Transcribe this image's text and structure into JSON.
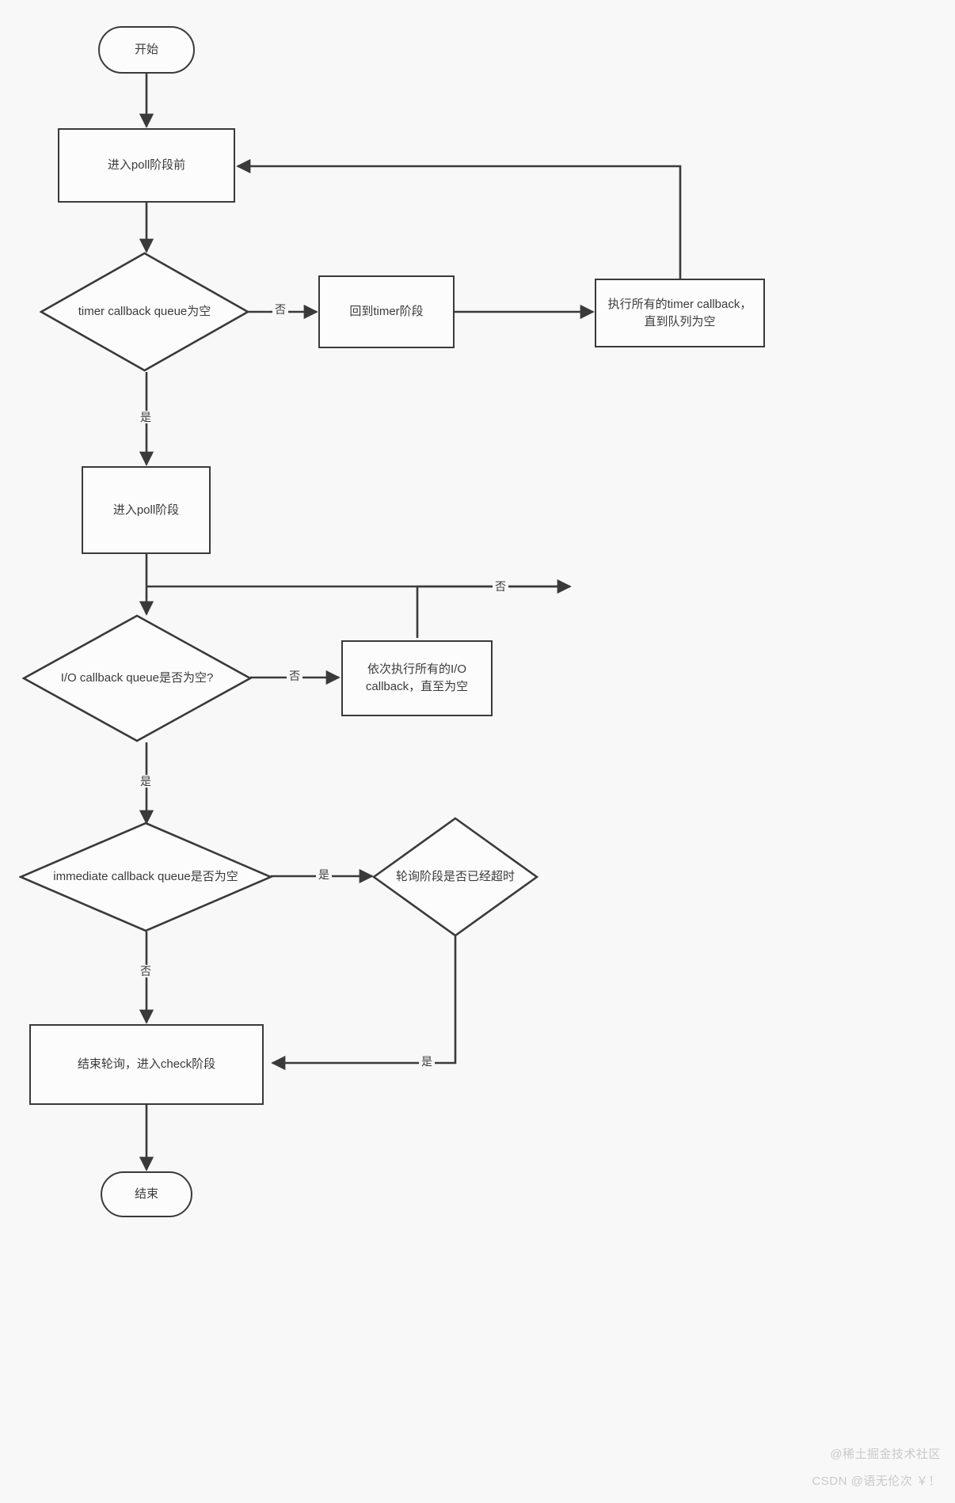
{
  "diagram": {
    "title": "Node.js poll phase flowchart",
    "stroke_color": "#3a3a3a",
    "fill_color": "#fcfcfc",
    "background_color": "#f8f8f8",
    "text_color": "#3b3b3b",
    "nodes": [
      {
        "id": "start",
        "shape": "terminator",
        "label": "开始"
      },
      {
        "id": "pre_poll",
        "shape": "rect",
        "label": "进入poll阶段前"
      },
      {
        "id": "timer_q",
        "shape": "diamond",
        "label": "timer callback queue为空"
      },
      {
        "id": "back_timer",
        "shape": "rect",
        "label": "回到timer阶段"
      },
      {
        "id": "run_timers",
        "shape": "rect",
        "label": "执行所有的timer callback，直到队列为空"
      },
      {
        "id": "enter_poll",
        "shape": "rect",
        "label": "进入poll阶段"
      },
      {
        "id": "io_q",
        "shape": "diamond",
        "label": "I/O callback queue是否为空?"
      },
      {
        "id": "run_io",
        "shape": "rect",
        "label": "依次执行所有的I/O callback，直至为空"
      },
      {
        "id": "immediate_q",
        "shape": "diamond",
        "label": "immediate callback queue是否为空"
      },
      {
        "id": "poll_timeout",
        "shape": "diamond",
        "label": "轮询阶段是否已经超时"
      },
      {
        "id": "end_poll",
        "shape": "rect",
        "label": "结束轮询，进入check阶段"
      },
      {
        "id": "end",
        "shape": "terminator",
        "label": "结束"
      }
    ],
    "edge_labels": {
      "timer_no": "否",
      "timer_yes": "是",
      "io_no": "否",
      "io_loop_no": "否",
      "io_yes": "是",
      "immediate_yes": "是",
      "immediate_no": "否",
      "timeout_yes": "是"
    }
  },
  "watermark": {
    "line1": "@稀土掘金技术社区",
    "line2": "CSDN @语无伦次 ￥！"
  }
}
